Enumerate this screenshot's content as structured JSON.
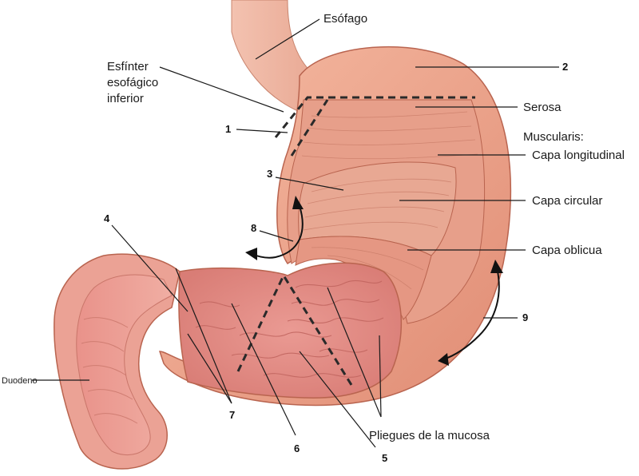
{
  "colors": {
    "serosa": "#f0a98f",
    "muscle": "#e69a86",
    "mucosa": "#e58d86",
    "fold": "#c46a66",
    "outline": "#b9644f"
  },
  "labels": {
    "esofago": "Esófago",
    "esfinter": [
      "Esfínter",
      "esofágico",
      "inferior"
    ],
    "serosa": "Serosa",
    "muscularis": "Muscularis:",
    "capa_longitudinal": "Capa longitudinal",
    "capa_circular": "Capa circular",
    "capa_oblicua": "Capa oblicua",
    "duodeno": "Duodeno",
    "pliegues": "Pliegues de la mucosa"
  },
  "numbers": {
    "n1": "1",
    "n2": "2",
    "n3": "3",
    "n4": "4",
    "n5": "5",
    "n6": "6",
    "n7": "7",
    "n8": "8",
    "n9": "9"
  }
}
